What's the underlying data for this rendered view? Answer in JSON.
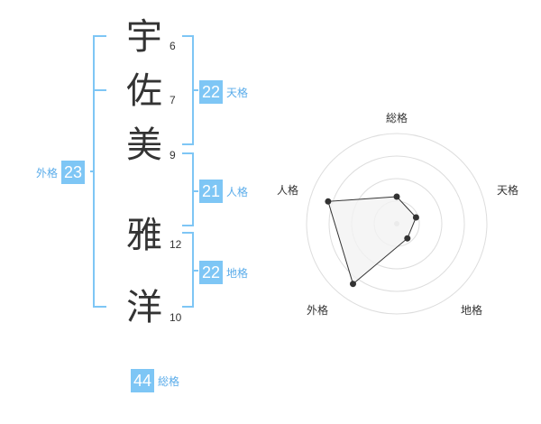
{
  "name_chars": [
    {
      "char": "宇",
      "strokes": "6"
    },
    {
      "char": "佐",
      "strokes": "7"
    },
    {
      "char": "美",
      "strokes": "9"
    },
    {
      "char": "雅",
      "strokes": "12"
    },
    {
      "char": "洋",
      "strokes": "10"
    }
  ],
  "kaku": {
    "tenkaku": {
      "label": "天格",
      "value": "22"
    },
    "jinkaku": {
      "label": "人格",
      "value": "21"
    },
    "chikaku": {
      "label": "地格",
      "value": "22"
    },
    "gaikaku": {
      "label": "外格",
      "value": "23"
    },
    "soukaku": {
      "label": "総格",
      "value": "44"
    }
  },
  "colors": {
    "bracket": "#7ec6f5",
    "badge_bg": "#7ec6f5",
    "badge_label": "#5aacea",
    "radar_grid": "#dddddd",
    "radar_fill": "#f2f2f2",
    "radar_line": "#333333"
  },
  "chart_data": {
    "type": "radar",
    "axes": [
      "総格",
      "天格",
      "地格",
      "外格",
      "人格"
    ],
    "rings": 4,
    "scale_max": 4,
    "values": [
      1.2,
      0.9,
      0.8,
      3.3,
      3.2
    ]
  }
}
